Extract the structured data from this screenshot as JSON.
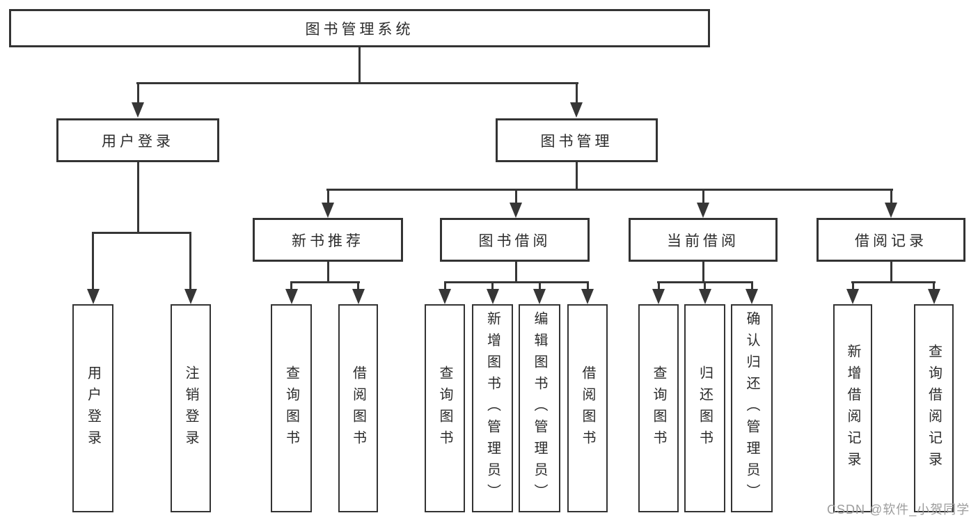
{
  "colors": {
    "line": "#363636",
    "border": "#333333",
    "text": "#2b2b2b",
    "watermark": "#9d9d9d",
    "background": "#ffffff"
  },
  "tree": {
    "label": "图书管理系统",
    "children": [
      {
        "label": "用户登录",
        "children": [
          {
            "label": "用户登录"
          },
          {
            "label": "注销登录"
          }
        ]
      },
      {
        "label": "图书管理",
        "children": [
          {
            "label": "新书推荐",
            "children": [
              {
                "label": "查询图书"
              },
              {
                "label": "借阅图书"
              }
            ]
          },
          {
            "label": "图书借阅",
            "children": [
              {
                "label": "查询图书"
              },
              {
                "label": "新增图书（管理员）"
              },
              {
                "label": "编辑图书（管理员）"
              },
              {
                "label": "借阅图书"
              }
            ]
          },
          {
            "label": "当前借阅",
            "children": [
              {
                "label": "查询图书"
              },
              {
                "label": "归还图书"
              },
              {
                "label": "确认归还（管理员）"
              }
            ]
          },
          {
            "label": "借阅记录",
            "children": [
              {
                "label": "新增借阅记录"
              },
              {
                "label": "查询借阅记录"
              }
            ]
          }
        ]
      }
    ]
  },
  "watermark": {
    "text": "CSDN @软件_小贺同学"
  }
}
